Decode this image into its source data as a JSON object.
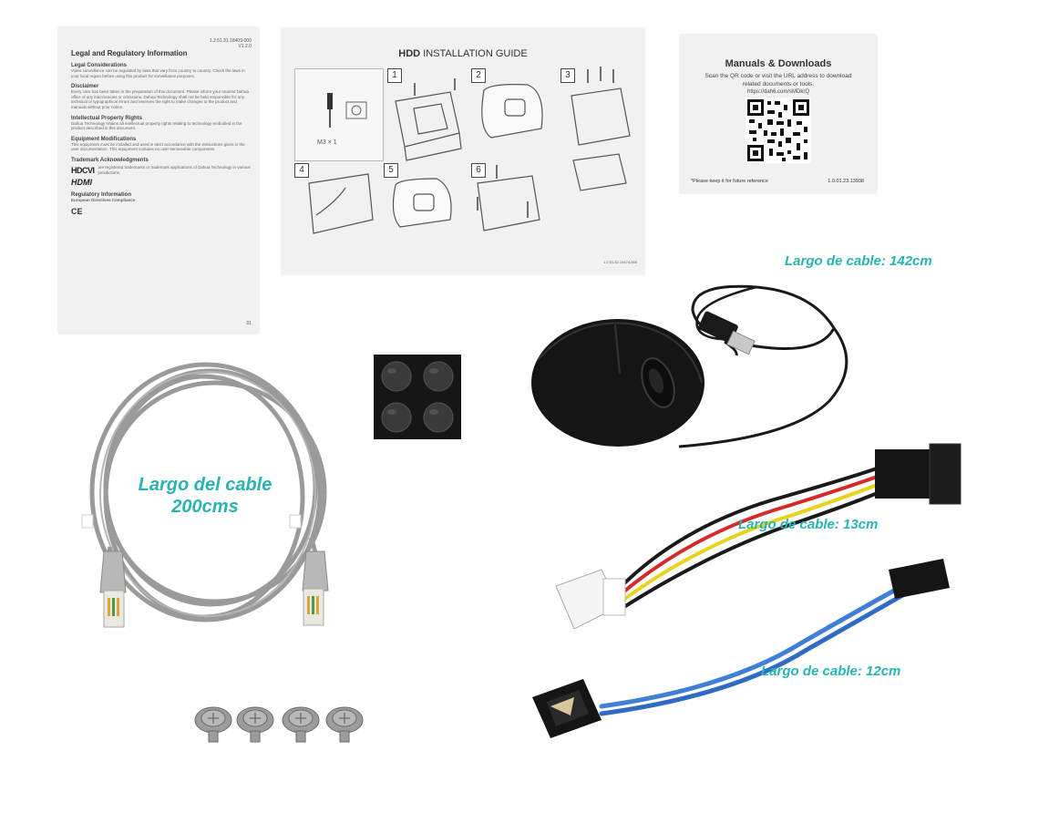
{
  "legal_doc": {
    "title": "Legal and Regulatory Information",
    "version_line1": "1.2.51.31.18409-000",
    "version_line2": "V1.2.0",
    "sections": [
      {
        "heading": "Legal Considerations",
        "text": "Video surveillance can be regulated by laws that vary from country to country. Check the laws in your local region before using this product for surveillance purposes."
      },
      {
        "heading": "Disclaimer",
        "text": "Every care has been taken in the preparation of this document. Please inform your nearest Dahua office of any inaccuracies or omissions. Dahua Technology shall not be held responsible for any technical or typographical errors and reserves the right to make changes to the product and manuals without prior notice."
      },
      {
        "heading": "Intellectual Property Rights",
        "text": "Dahua Technology retains all intellectual property rights relating to technology embodied in the product described in this document."
      },
      {
        "heading": "Equipment Modifications",
        "text": "This equipment must be installed and used in strict accordance with the instructions given in the user documentation. This equipment contains no user-serviceable components."
      },
      {
        "heading": "Trademark Acknowledgments",
        "text": "are registered trademarks or trademark applications of Dahua Technology in various jurisdictions."
      },
      {
        "heading": "Regulatory Information",
        "text": "European Directives Compliance"
      }
    ],
    "hdcvi": "HDCVI",
    "hdmi": "HDMI",
    "ce": "CE",
    "page_num": "01"
  },
  "hdd_guide": {
    "title_bold": "HDD",
    "title_rest": " INSTALLATION GUIDE",
    "tools_label": "M3   × 1",
    "steps": [
      "1",
      "2",
      "3",
      "4",
      "5",
      "6"
    ],
    "code": "1.2.51.32.19474-000"
  },
  "manuals": {
    "title": "Manuals & Downloads",
    "line1": "Scan the QR code or visit the URL address to download",
    "line2": "related documents or tools.",
    "url": "https://dah6.com/sMDkrQ",
    "keep": "*Please keep it for future reference",
    "code": "1.0.01.23.13938"
  },
  "captions": {
    "mouse": "Largo de cable: 142cm",
    "ethernet_line1": "Largo del cable",
    "ethernet_line2": "200cms",
    "power": "Largo de cable: 13cm",
    "sata": "Largo de cable: 12cm"
  },
  "colors": {
    "caption": "#2ab3b3",
    "paper": "#f1f1f1",
    "cable_gray": "#9a9a9a",
    "sata_blue": "#3f7fd6",
    "power_red": "#d42a2a",
    "power_yellow": "#e8d21a",
    "black": "#1a1a1a"
  }
}
